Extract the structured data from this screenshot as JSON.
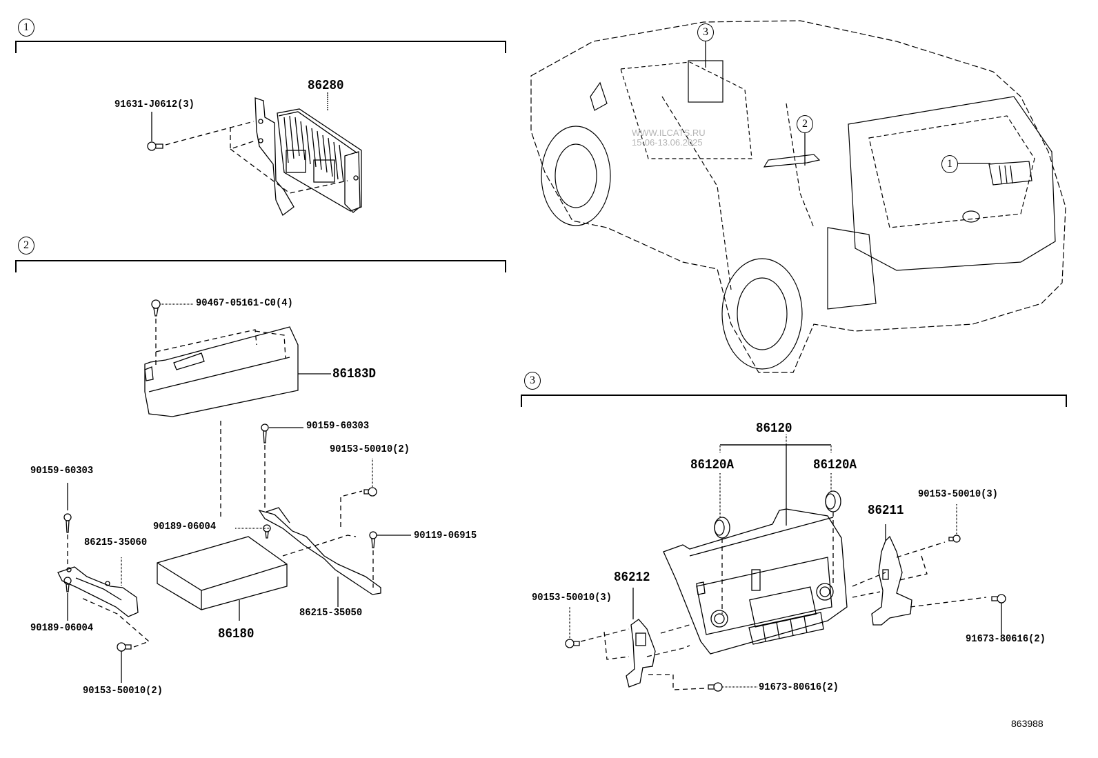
{
  "diagram": {
    "sections": [
      {
        "id": "1",
        "marker": "①",
        "parts": [
          "86280",
          "91631-J0612(3)"
        ]
      },
      {
        "id": "2",
        "marker": "②",
        "parts": [
          "90467-05161-C0(4)",
          "86183D",
          "90159-60303",
          "90153-50010(2)",
          "90159-60303",
          "90189-06004",
          "90119-06915",
          "86215-35060",
          "86180",
          "86215-35050",
          "90189-06004",
          "90153-50010(2)"
        ]
      },
      {
        "id": "3",
        "marker": "③",
        "parts": [
          "86120",
          "86120A",
          "86120A",
          "86211",
          "90153-50010(3)",
          "86212",
          "90153-50010(3)",
          "91673-80616(2)",
          "91673-80616(2)"
        ]
      }
    ],
    "labels": {
      "s1_main": "86280",
      "s1_bolt": "91631-J0612(3)",
      "s2_clip": "90467-05161-C0(4)",
      "s2_cover": "86183D",
      "s2_bolt_top": "90159-60303",
      "s2_nut_top": "90153-50010(2)",
      "s2_bolt_left": "90159-60303",
      "s2_screw_mid": "90189-06004",
      "s2_bolt_right": "90119-06915",
      "s2_bracket_left": "86215-35060",
      "s2_screw_left": "90189-06004",
      "s2_unit": "86180",
      "s2_bracket_right": "86215-35050",
      "s2_nut_bottom": "90153-50010(2)",
      "s3_main": "86120",
      "s3_knob_left": "86120A",
      "s3_knob_right": "86120A",
      "s3_bracket_right": "86211",
      "s3_nut_right": "90153-50010(3)",
      "s3_bracket_left": "86212",
      "s3_nut_left": "90153-50010(3)",
      "s3_bolt_right": "91673-80616(2)",
      "s3_bolt_bottom": "91673-80616(2)"
    },
    "vehicle_markers": [
      "③",
      "②",
      "①"
    ],
    "watermark": {
      "line1": "WWW.ILCATS.RU",
      "line2": "15-06-13.06.2025"
    },
    "illustration_code": "863988"
  }
}
